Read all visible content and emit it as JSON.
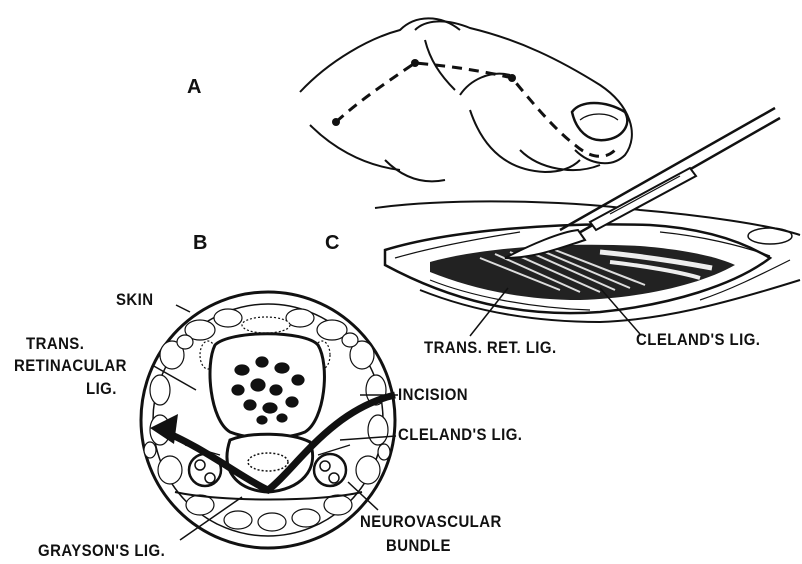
{
  "panels": {
    "a": "A",
    "b": "B",
    "c": "C"
  },
  "labels": {
    "skin": "SKIN",
    "trans_ret_lig": [
      "TRANS.",
      "RETINACULAR",
      "LIG."
    ],
    "incision": "INCISION",
    "clelands_lig_b": "CLELAND'S LIG.",
    "graysons_lig": "GRAYSON'S LIG.",
    "neurovascular_bundle": [
      "NEUROVASCULAR",
      "BUNDLE"
    ],
    "trans_ret_lig_c": "TRANS. RET. LIG.",
    "clelands_lig_c": "CLELAND'S LIG."
  }
}
